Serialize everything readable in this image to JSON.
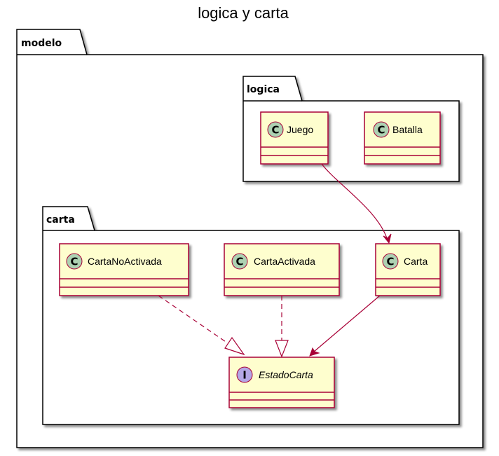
{
  "title": "logica y carta",
  "packages": {
    "modelo": "modelo",
    "logica": "logica",
    "carta": "carta"
  },
  "classes": {
    "juego": {
      "name": "Juego",
      "kind": "C"
    },
    "batalla": {
      "name": "Batalla",
      "kind": "C"
    },
    "carta_no_activada": {
      "name": "CartaNoActivada",
      "kind": "C"
    },
    "carta_activada": {
      "name": "CartaActivada",
      "kind": "C"
    },
    "carta": {
      "name": "Carta",
      "kind": "C"
    },
    "estado_carta": {
      "name": "EstadoCarta",
      "kind": "I"
    }
  },
  "relations": [
    {
      "from": "Juego",
      "to": "Carta",
      "type": "association"
    },
    {
      "from": "Carta",
      "to": "EstadoCarta",
      "type": "association"
    },
    {
      "from": "CartaNoActivada",
      "to": "EstadoCarta",
      "type": "realization"
    },
    {
      "from": "CartaActivada",
      "to": "EstadoCarta",
      "type": "realization"
    }
  ],
  "colors": {
    "class_fill": "#FEFECE",
    "class_border": "#A80036",
    "arrow": "#A80036",
    "class_badge": "#ADD1B2",
    "interface_badge": "#B4A7E5",
    "package_border": "#000000"
  }
}
